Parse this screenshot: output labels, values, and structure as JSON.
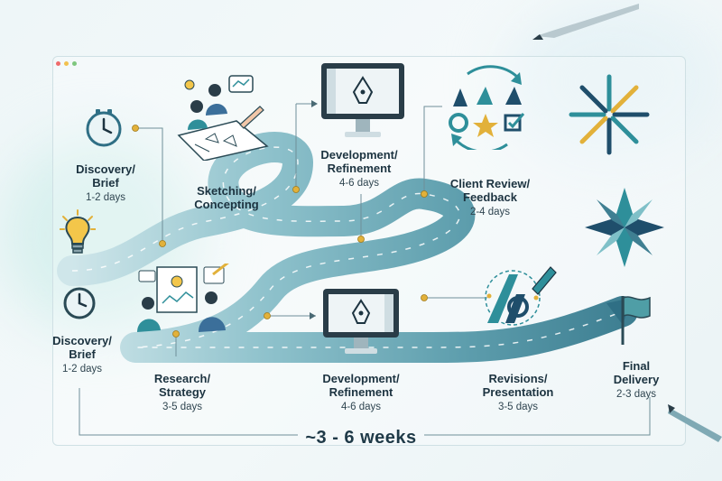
{
  "stages": [
    {
      "title_1": "Discovery/",
      "title_2": "Brief",
      "duration": "1-2 days"
    },
    {
      "title_1": "Sketching/",
      "title_2": "Concepting",
      "duration": ""
    },
    {
      "title_1": "Development/",
      "title_2": "Refinement",
      "duration": "4-6 days"
    },
    {
      "title_1": "Client Review/",
      "title_2": "Feedback",
      "duration": "2-4 days"
    },
    {
      "title_1": "Discovery/",
      "title_2": "Brief",
      "duration": "1-2 days"
    },
    {
      "title_1": "Research/",
      "title_2": "Strategy",
      "duration": "3-5 days"
    },
    {
      "title_1": "Development/",
      "title_2": "Refinement",
      "duration": "4-6 days"
    },
    {
      "title_1": "Revisions/",
      "title_2": "Presentation",
      "duration": "3-5 days"
    },
    {
      "title_1": "Final",
      "title_2": "Delivery",
      "duration": "2-3 days"
    }
  ],
  "total_duration": "~3 - 6 weeks",
  "colors": {
    "road_dark": "#5f9fae",
    "road_light": "#a9d3da",
    "road_edge": "#3f7f8f",
    "accent_gold": "#e2b13a",
    "text_dark": "#1c3340",
    "brand_teal": "#2e8f9a",
    "brand_navy": "#1f4e6b"
  },
  "icons": [
    "clock-icon",
    "lightbulb-icon",
    "clock-icon",
    "sketching-team-illustration",
    "research-team-illustration",
    "monitor-pen-tool-icon",
    "monitor-pen-tool-icon",
    "logo-variations-icon",
    "logo-pen-icon",
    "starburst-logo-icon",
    "star-logo-icon",
    "flag-icon",
    "pencil-icon"
  ]
}
